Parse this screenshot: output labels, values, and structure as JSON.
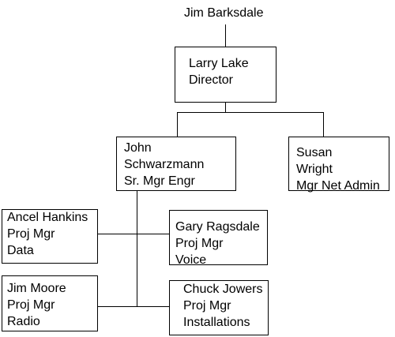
{
  "org_chart": {
    "top_person": {
      "name": "Jim Barksdale"
    },
    "director": {
      "name": "Larry Lake",
      "title": "Director"
    },
    "sr_mgr": {
      "name_line1": "John",
      "name_line2": "Schwarzmann",
      "title": "Sr. Mgr Engr"
    },
    "mgr_net_admin": {
      "name_line1": "Susan",
      "name_line2": "Wright",
      "title": "Mgr Net Admin"
    },
    "pm_data": {
      "name": "Ancel Hankins",
      "title": "Proj Mgr",
      "area": "Data"
    },
    "pm_voice": {
      "name": "Gary Ragsdale",
      "title": "Proj Mgr",
      "area": "Voice"
    },
    "pm_radio": {
      "name": "Jim Moore",
      "title": "Proj Mgr",
      "area": "Radio"
    },
    "pm_installations": {
      "name": "Chuck Jowers",
      "title": "Proj Mgr",
      "area": "Installations"
    }
  }
}
